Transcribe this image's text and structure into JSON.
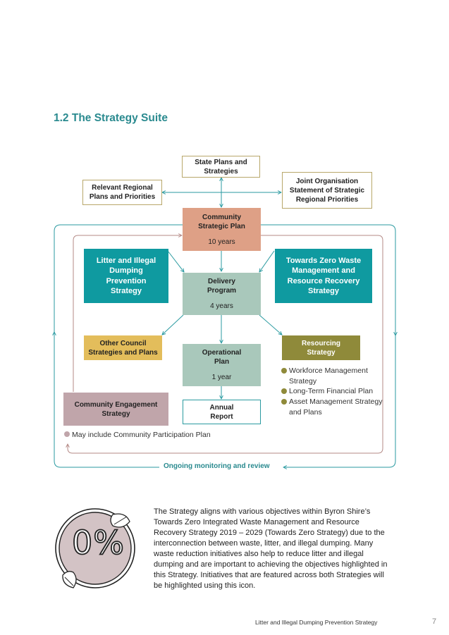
{
  "heading": "1.2 The Strategy Suite",
  "diagram": {
    "state_plans": "State Plans and Strategies",
    "regional_plans": "Relevant  Regional Plans and Priorities",
    "joint_org": "Joint Organisation Statement of Strategic Regional Priorities",
    "csp": {
      "title": "Community Strategic Plan",
      "duration": "10 years"
    },
    "litter": "Litter and Illegal Dumping Prevention Strategy",
    "zero_waste": "Towards Zero Waste Management and Resource Recovery Strategy",
    "delivery": {
      "title": "Delivery Program",
      "duration": "4 years"
    },
    "other_council": "Other Council Strategies and Plans",
    "resourcing": {
      "title": "Resourcing Strategy",
      "items": [
        "Workforce Management Strategy",
        "Long-Term Financial Plan",
        "Asset Management Strategy and Plans"
      ]
    },
    "operational": {
      "title": "Operational Plan",
      "duration": "1 year"
    },
    "annual": "Annual Report",
    "engagement": "Community Engagement Strategy",
    "engagement_note": "May include Community Participation Plan",
    "monitoring": "Ongoing monitoring and review"
  },
  "callout": {
    "icon_text": "0%",
    "text": "The Strategy aligns with various objectives within Byron Shire’s Towards Zero Integrated Waste Management and Resource Recovery Strategy 2019 – 2029 (Towards Zero Strategy)  due to the interconnection between waste, litter, and illegal dumping. Many waste reduction initiatives also help to reduce litter and illegal dumping and are important to achieving the objectives highlighted in this Strategy. Initiatives that are featured across both Strategies will be highlighted using this icon."
  },
  "footer": {
    "title": "Litter and Illegal Dumping Prevention Strategy",
    "page": "7"
  },
  "colors": {
    "teal": "#0f9aa0",
    "heading": "#2a8a8f",
    "salmon": "#dea086",
    "sage": "#a9c8bb",
    "mustard": "#e3bd5b",
    "olive": "#8f8a3a",
    "mauve": "#c0a5aa"
  }
}
